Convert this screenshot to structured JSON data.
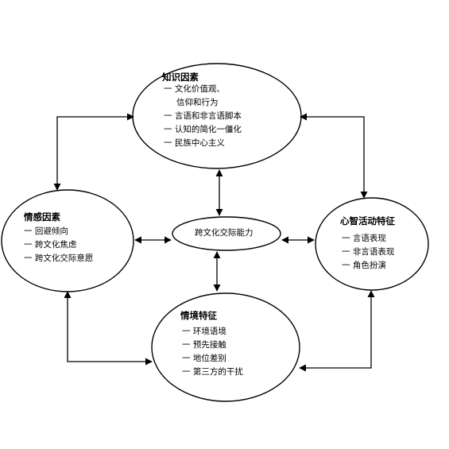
{
  "diagram": {
    "center": {
      "label": "跨文化交际能力"
    },
    "knowledge": {
      "title": "知识因素",
      "items": [
        "一  文化价值观、",
        "信仰和行为",
        "一  言语和非言语脚本",
        "一  认知的简化一僵化",
        "一  民族中心主义"
      ]
    },
    "affective": {
      "title": "情感因素",
      "items": [
        "一  回避倾向",
        "一  跨文化焦虑",
        "一  跨文化交际意愿"
      ]
    },
    "mental": {
      "title": "心智活动特征",
      "items": [
        "一  言语表现",
        "一  非言语表现",
        "一  角色扮演"
      ]
    },
    "situational": {
      "title": "情境特征",
      "items": [
        "一  环境语境",
        "一  预先接触",
        "一  地位差别",
        "一  第三方的干扰"
      ]
    }
  }
}
